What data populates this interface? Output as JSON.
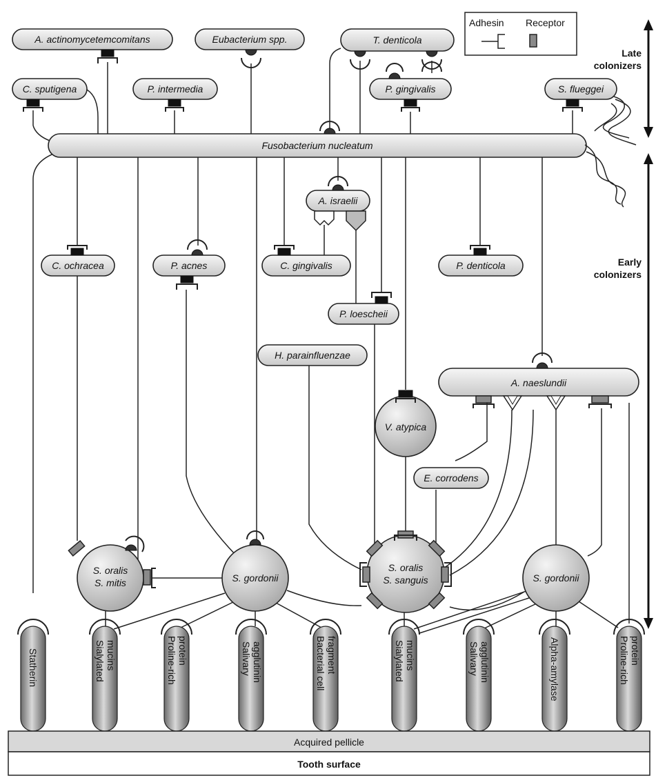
{
  "legend": {
    "adhesin": "Adhesin",
    "receptor": "Receptor"
  },
  "side_labels": {
    "late": [
      "Late",
      "colonizers"
    ],
    "early": [
      "Early",
      "colonizers"
    ]
  },
  "late_colonizers": {
    "a_actino": "A. actinomycetemcomitans",
    "eubacterium": "Eubacterium spp.",
    "t_denticola": "T. denticola",
    "c_sputigena": "C. sputigena",
    "p_intermedia": "P. intermedia",
    "p_gingivalis": "P. gingivalis",
    "s_flueggei": "S. flueggei"
  },
  "bridge": {
    "f_nucleatum": "Fusobacterium nucleatum"
  },
  "early_colonizers": {
    "a_israelii": "A. israelii",
    "c_ochracea": "C. ochracea",
    "p_acnes": "P. acnes",
    "c_gingivalis": "C. gingivalis",
    "p_denticola": "P. denticola",
    "p_loescheii": "P. loescheii",
    "h_parainfluenzae": "H. parainfluenzae",
    "a_naeslundii": "A. naeslundii",
    "v_atypica": "V. atypica",
    "e_corrodens": "E. corrodens",
    "s_oralis_mitis": [
      "S. oralis",
      "S. mitis"
    ],
    "s_gordonii_1": "S. gordonii",
    "s_oralis_sanguis": [
      "S. oralis",
      "S. sanguis"
    ],
    "s_gordonii_2": "S. gordonii"
  },
  "pellicle_receptors": [
    [
      "Statherin"
    ],
    [
      "Sialylated",
      "mucins"
    ],
    [
      "Proline-rich",
      "protein"
    ],
    [
      "Salivary",
      "agglutinin"
    ],
    [
      "Bacterial cell",
      "fragment"
    ],
    [
      "Sialylated",
      "mucins"
    ],
    [
      "Salivary",
      "agglutinin"
    ],
    [
      "Alpha-amylase"
    ],
    [
      "Proline-rich",
      "protein"
    ]
  ],
  "layers": {
    "pellicle": "Acquired pellicle",
    "tooth": "Tooth surface"
  }
}
